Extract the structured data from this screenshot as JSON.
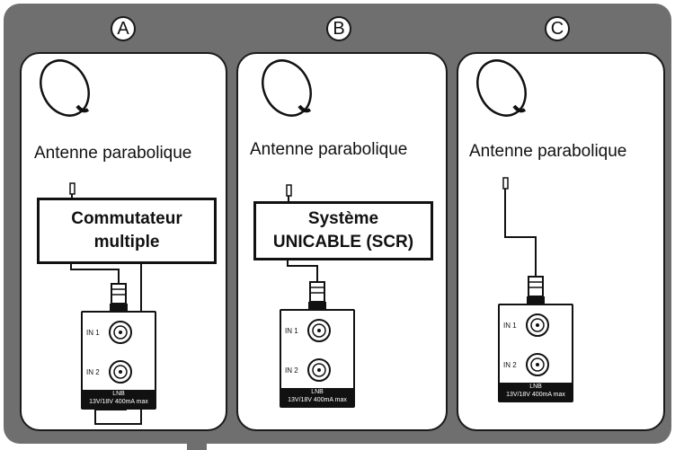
{
  "panels": [
    {
      "badge": "A",
      "antenna_label": "Antenne parabolique",
      "switch_lines": [
        "Commutateur",
        "multiple"
      ]
    },
    {
      "badge": "B",
      "antenna_label": "Antenne parabolique",
      "switch_lines": [
        "Système",
        "UNICABLE (SCR)"
      ]
    },
    {
      "badge": "C",
      "antenna_label": "Antenne parabolique"
    }
  ],
  "lnb": {
    "in1": "IN 1",
    "in2": "IN 2",
    "title": "LNB",
    "spec": "13V/18V 400mA max"
  },
  "colors": {
    "frame": "#6f6f6f",
    "panel": "#ffffff",
    "line": "#111111"
  }
}
